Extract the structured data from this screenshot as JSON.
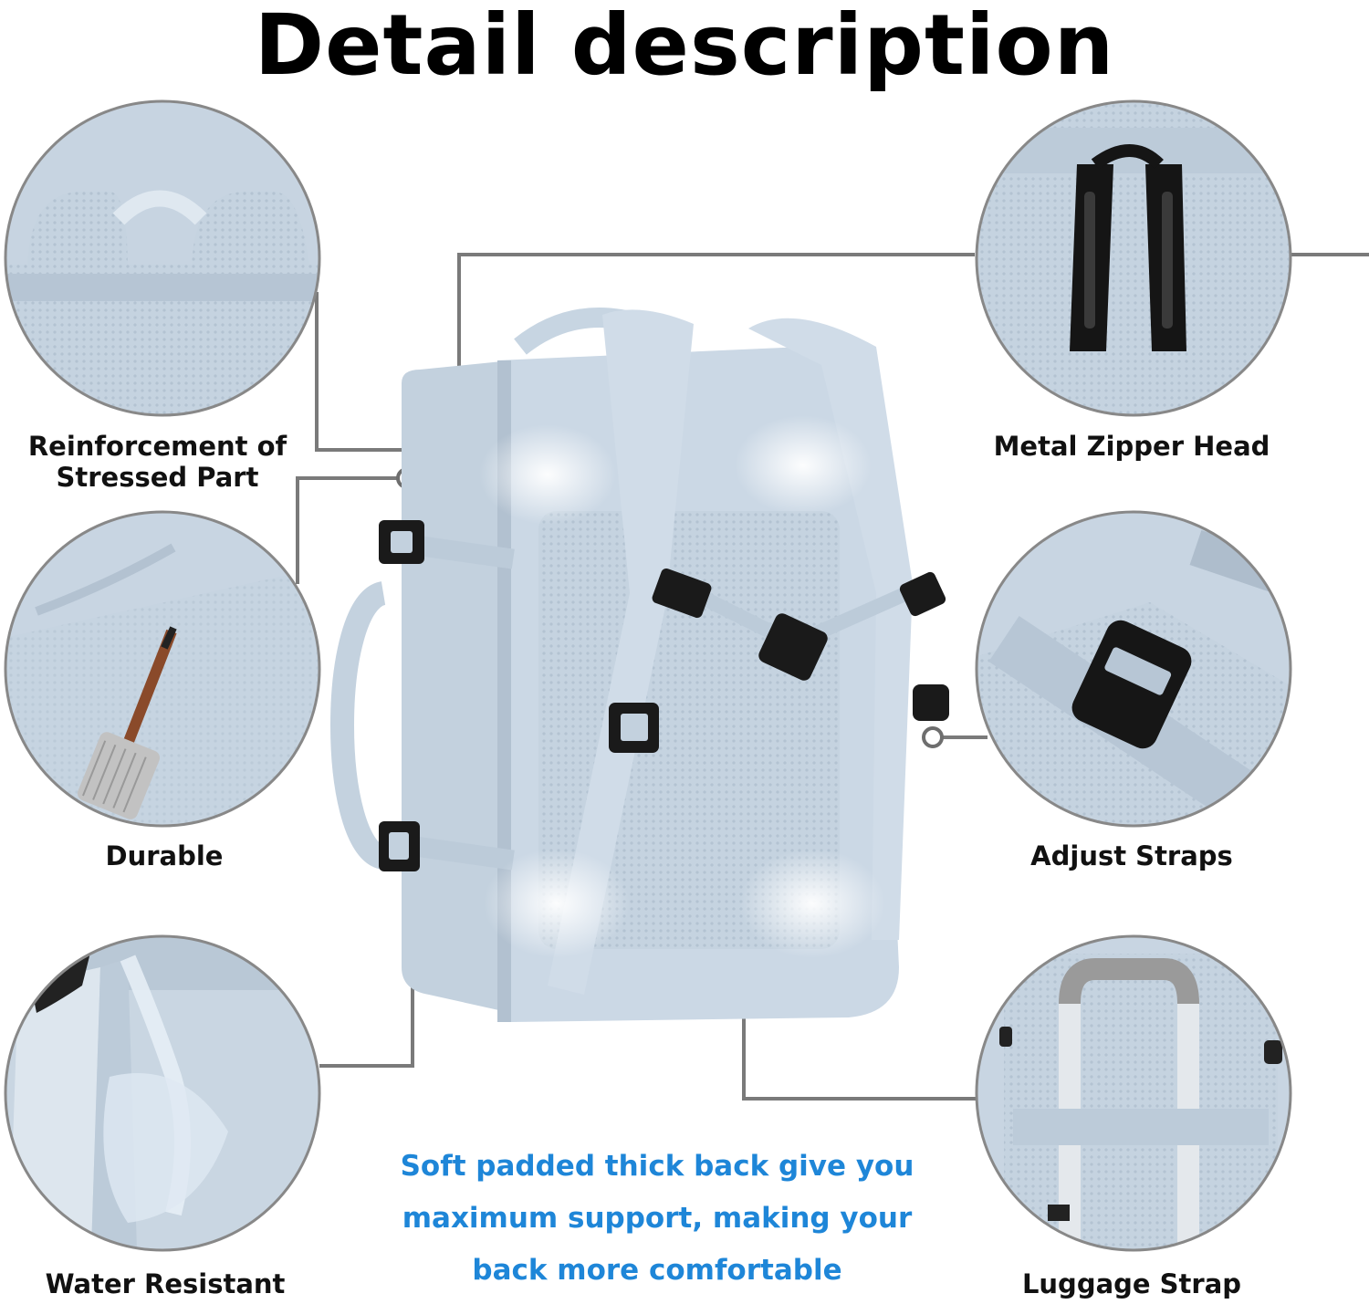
{
  "title": "Detail description",
  "features": {
    "reinforcement_line1": "Reinforcement of",
    "reinforcement_line2": "Stressed Part",
    "durable": "Durable",
    "water_resistant": "Water Resistant",
    "metal_zipper_head": "Metal Zipper Head",
    "adjust_straps": "Adjust Straps",
    "luggage_strap": "Luggage Strap"
  },
  "tagline": {
    "line1": "Soft padded thick back give you",
    "line2": "maximum support, making your",
    "line3": "back more comfortable"
  },
  "colors": {
    "bag": "#c9d6e3",
    "bag_shadow": "#aebdcc",
    "accent_text": "#1e86d8",
    "connector": "#7a7a7a",
    "hardware": "#1a1a1a"
  }
}
